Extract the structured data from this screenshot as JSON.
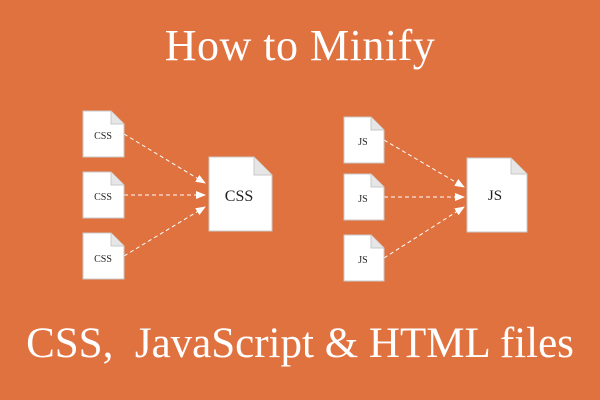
{
  "title": "How to Minify",
  "subtitle": "CSS,  JavaScript & HTML files",
  "colors": {
    "background": "#E07240",
    "text": "#FFFFFF",
    "document": "#FFFFFF",
    "arrow": "#FFFFFF"
  },
  "css_group": {
    "inputs": [
      "CSS",
      "CSS",
      "CSS"
    ],
    "output": "CSS"
  },
  "js_group": {
    "inputs": [
      "JS",
      "JS",
      "JS"
    ],
    "output": "JS"
  }
}
